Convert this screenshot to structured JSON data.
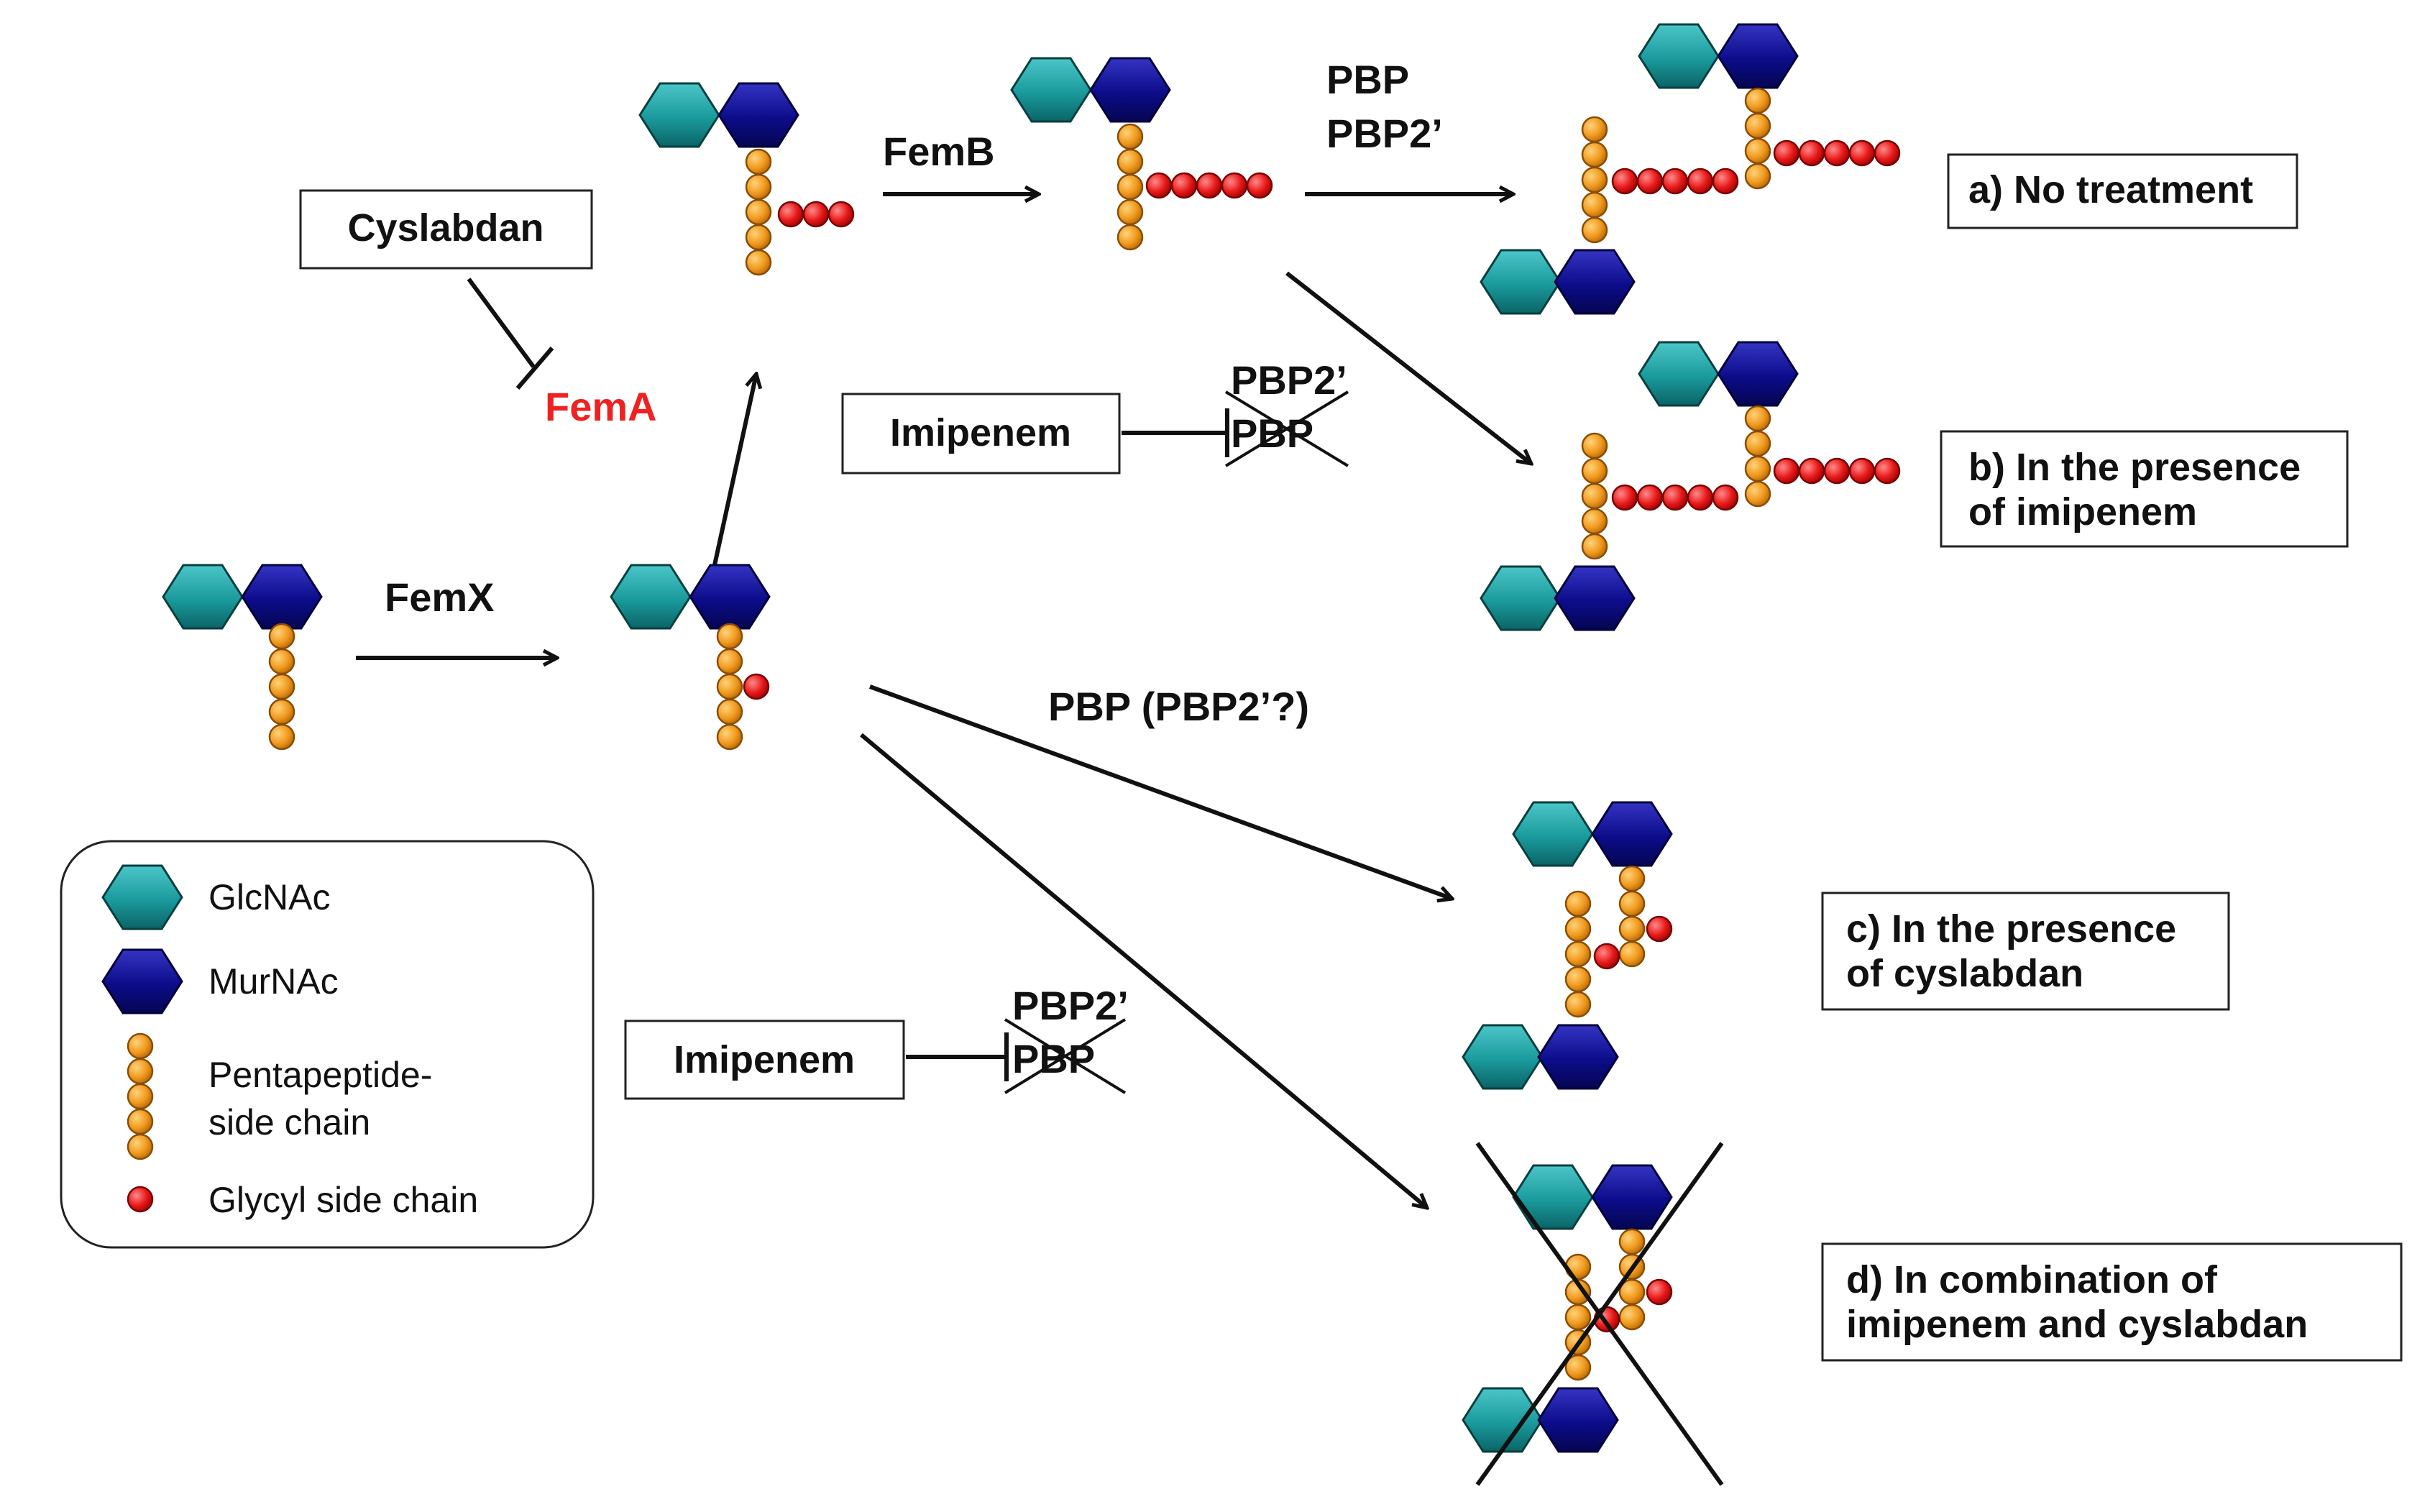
{
  "colors": {
    "glcnac": "#1a9a9c",
    "murnac": "#0c0c8a",
    "peptide": "#f09a1e",
    "glycyl": "#e81818",
    "inhibited_label": "#ee2222"
  },
  "enzymes": {
    "femx": "FemX",
    "fema": "FemA",
    "femb": "FemB",
    "pbp": "PBP",
    "pbp2": "PBP2’",
    "pbp_question": "PBP (PBP2’?)"
  },
  "inhibitors": {
    "cyslabdan": "Cyslabdan",
    "imipenem_top": "Imipenem",
    "imipenem_bottom": "Imipenem"
  },
  "blocked": {
    "top": {
      "line1": "PBP2’",
      "line2": "PBP"
    },
    "bottom": {
      "line1": "PBP2’",
      "line2": "PBP"
    }
  },
  "outcomes": {
    "a": {
      "line1": "a) No treatment"
    },
    "b": {
      "line1": "b) In the presence",
      "line2": "of imipenem"
    },
    "c": {
      "line1": "c) In the presence",
      "line2": "of  cyslabdan"
    },
    "d": {
      "line1": "d) In combination of",
      "line2": "imipenem and cyslabdan"
    }
  },
  "legend": {
    "glcnac": "GlcNAc",
    "murnac": "MurNAc",
    "pentapeptide_line1": "Pentapeptide-",
    "pentapeptide_line2": "side chain",
    "glycyl": "Glycyl side chain"
  }
}
